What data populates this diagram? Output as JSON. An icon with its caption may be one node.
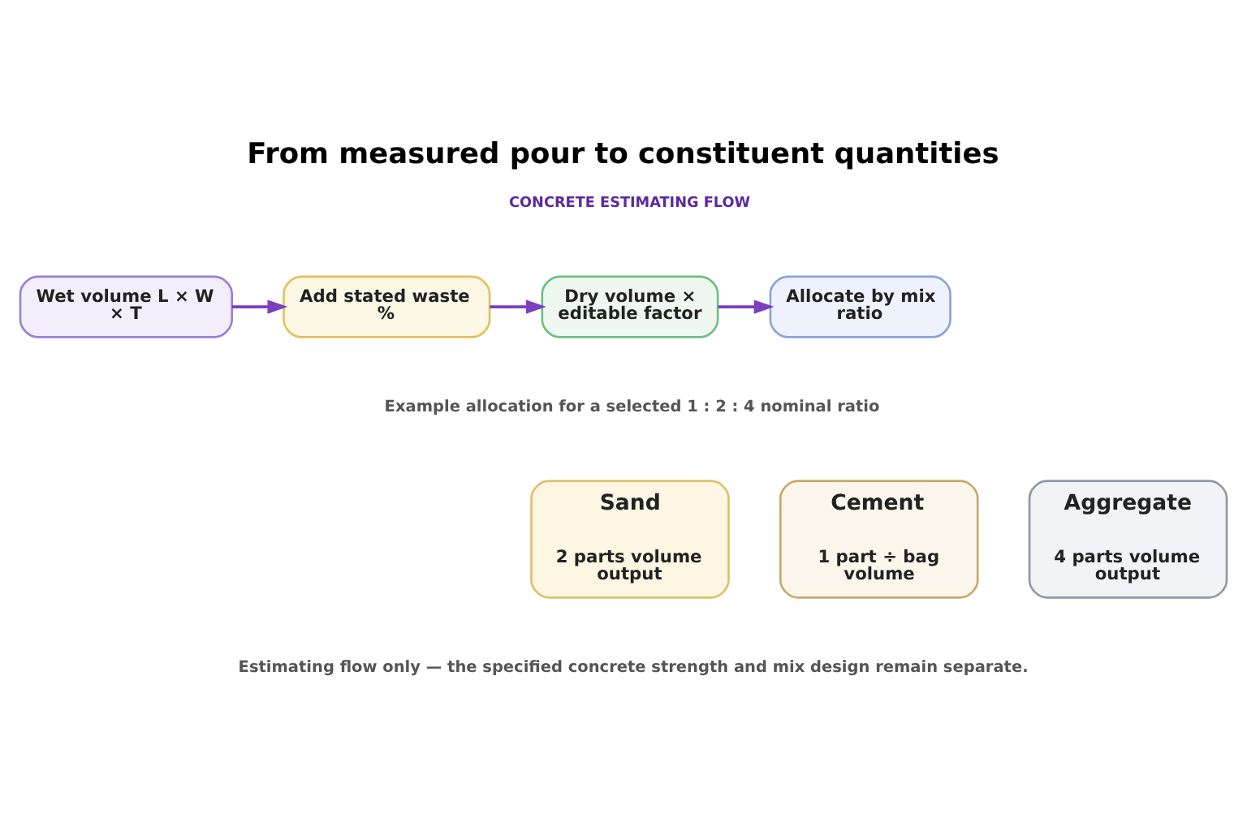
{
  "diagram": {
    "title": "From measured pour to constituent quantities",
    "caption": "Estimating flow only — the specified concrete strength and mix design remain separate.",
    "nodes": [
      {
        "text": [
          "Wet volume L × W × T"
        ]
      },
      {
        "text": [
          "Add stated waste %"
        ]
      },
      {
        "text": [
          "Dry volume × editable factor"
        ]
      },
      {
        "text": [
          "Allocate by mix ratio"
        ]
      },
      {
        "text": [
          "Cement",
          "1 part ÷ bag volume"
        ]
      },
      {
        "text": [
          "Sand",
          "2 parts volume output"
        ]
      },
      {
        "text": [
          "Aggregate",
          "4 parts volume output"
        ]
      }
    ],
    "edges": [
      {
        "from": 0,
        "to": 1,
        "arrow": "to"
      },
      {
        "from": 1,
        "to": 2,
        "arrow": "to"
      },
      {
        "from": 2,
        "to": 3,
        "arrow": "to"
      }
    ],
    "labels": [
      "CONCRETE ESTIMATING FLOW",
      "Example allocation for a selected 1 : 2 : 4 nominal ratio"
    ]
  }
}
